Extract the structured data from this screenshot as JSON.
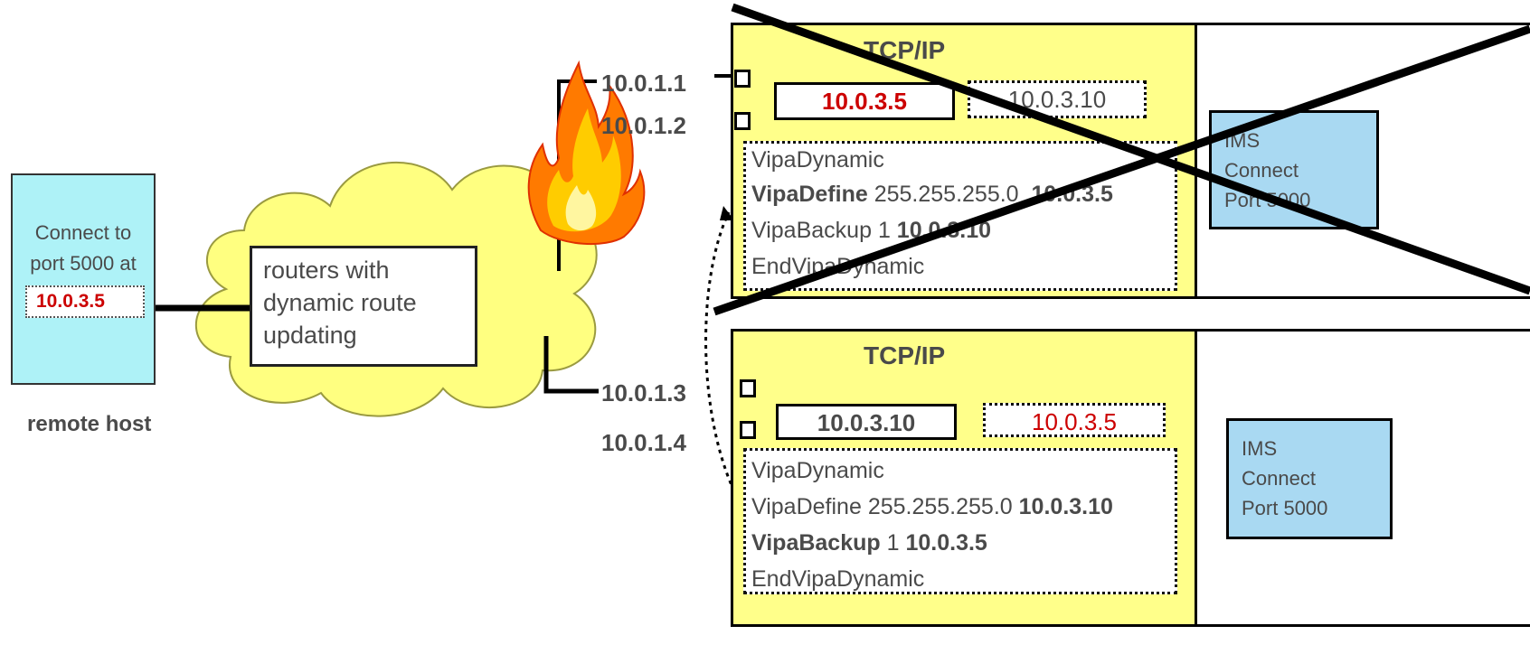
{
  "remote_host": {
    "text_line1": "Connect to",
    "text_line2": "port 5000 at",
    "ip": "10.0.3.5",
    "caption": "remote host"
  },
  "cloud": {
    "line1": "routers with",
    "line2": "dynamic route",
    "line3": "updating"
  },
  "interfaces": {
    "ip1": "10.0.1.1",
    "ip2": "10.0.1.2",
    "ip3": "10.0.1.3",
    "ip4": "10.0.1.4"
  },
  "stack_top": {
    "title": "TCP/IP",
    "vipa_active": "10.0.3.5",
    "vipa_backup": "10.0.3.10",
    "cfg": {
      "l1": "VipaDynamic",
      "l2_kw": "VipaDefine",
      "l2_mask": "255.255.255.0",
      "l2_ip": "10.0.3.5",
      "l3_kw": "VipaBackup",
      "l3_rank": "1",
      "l3_ip": "10.0.3.10",
      "l4": "EndVipaDynamic"
    },
    "ims": {
      "l1": "IMS",
      "l2": "Connect",
      "l3": "Port 5000"
    }
  },
  "stack_bottom": {
    "title": "TCP/IP",
    "vipa_active": "10.0.3.10",
    "vipa_backup": "10.0.3.5",
    "cfg": {
      "l1": "VipaDynamic",
      "l2_kw": "VipaDefine",
      "l2_mask": "255.255.255.0",
      "l2_ip": "10.0.3.10",
      "l3_kw": "VipaBackup",
      "l3_rank": "1",
      "l3_ip": "10.0.3.5",
      "l4": "EndVipaDynamic"
    },
    "ims": {
      "l1": "IMS",
      "l2": "Connect",
      "l3": "Port 5000"
    }
  },
  "colors": {
    "host_fill": "#aef2f7",
    "cloud_fill": "#ffff80",
    "stack_fill": "#ffff8a",
    "ims_fill": "#a9d9f2",
    "active_ip": "#cc0000"
  }
}
